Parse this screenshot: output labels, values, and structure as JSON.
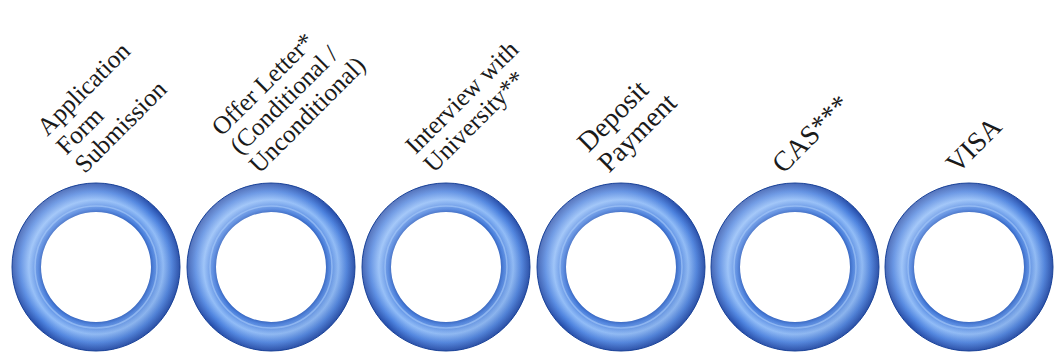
{
  "diagram": {
    "nodes": [
      {
        "text": [
          "Application Form Submission"
        ]
      },
      {
        "text": [
          "Offer Letter* (Conditional / Unconditional)"
        ]
      },
      {
        "text": [
          "Interview with University**"
        ]
      },
      {
        "text": [
          "Deposit Payment"
        ]
      },
      {
        "text": [
          "CAS***"
        ]
      },
      {
        "text": [
          "VISA"
        ]
      }
    ]
  }
}
